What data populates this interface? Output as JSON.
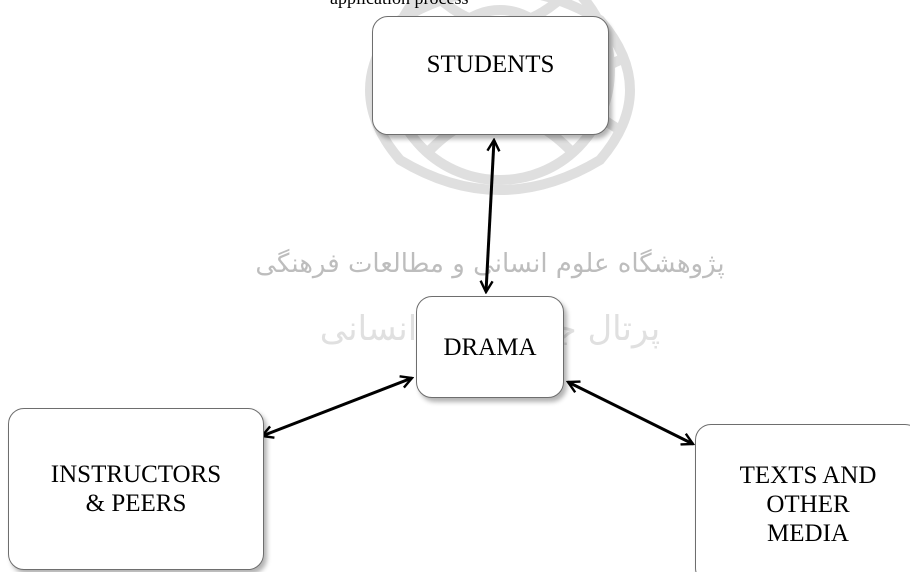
{
  "top_caption": "application process",
  "watermark_text": {
    "line1": "پژوهشگاه علوم انسانی و مطالعات فرهنگی",
    "line2": "پرتال جامع علوم انسانی"
  },
  "nodes": {
    "students": {
      "label": "STUDENTS"
    },
    "drama": {
      "label": "DRAMA"
    },
    "instructors": {
      "line1": "INSTRUCTORS",
      "line2": "& PEERS"
    },
    "texts": {
      "line1": "TEXTS AND",
      "line2": "OTHER",
      "line3": "MEDIA"
    }
  },
  "edges": [
    {
      "from": "drama",
      "to": "students",
      "direction": "both"
    },
    {
      "from": "drama",
      "to": "instructors",
      "direction": "both"
    },
    {
      "from": "drama",
      "to": "texts",
      "direction": "both"
    }
  ],
  "colors": {
    "node_border": "#6e6e6e",
    "arrow": "#000000",
    "watermark": "#d9d9d9"
  }
}
